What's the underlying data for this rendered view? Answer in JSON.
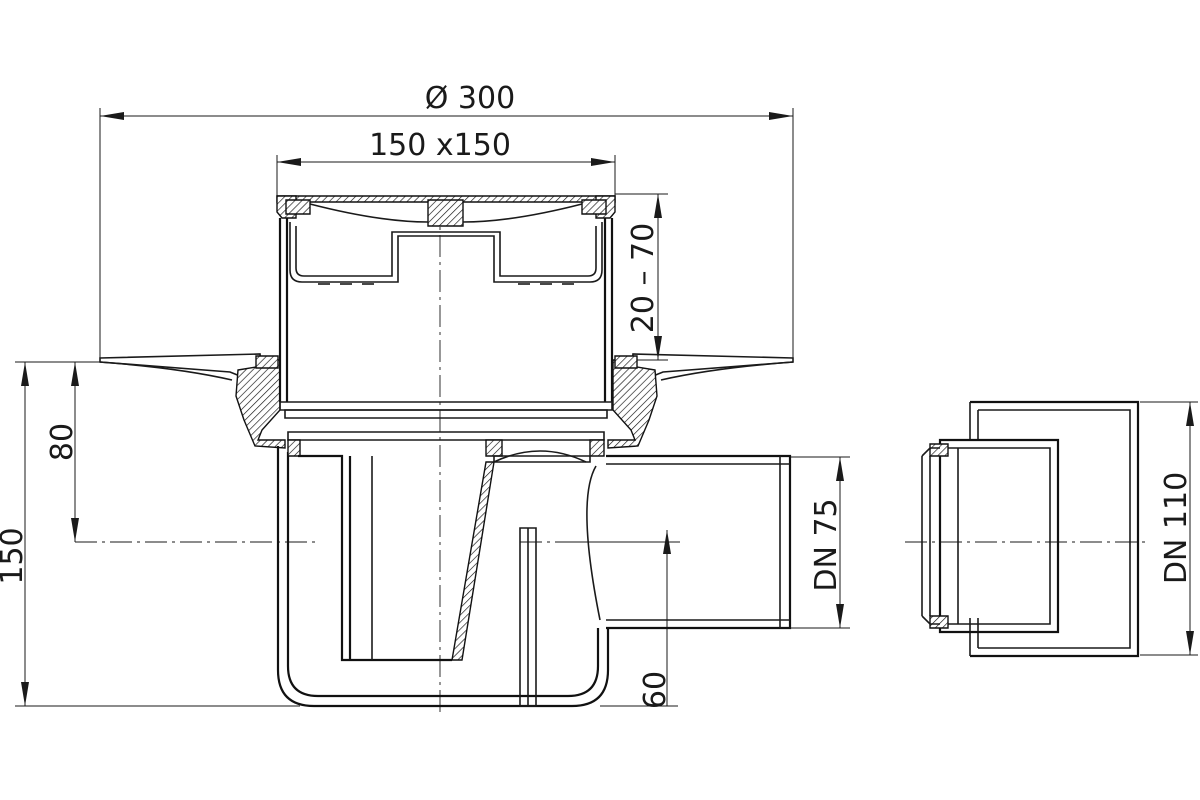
{
  "drawing": {
    "dimensions": {
      "diameter_flange": "Ø 300",
      "grate_size": "150 x150",
      "height_adjust": "20 – 70",
      "flange_to_outlet": "80",
      "overall_height": "150",
      "outlet_dn": "DN 75",
      "outlet_axis_height": "60",
      "adapter_dn": "DN 110"
    },
    "colors": {
      "line": "#1a1a1a",
      "background": "#ffffff"
    }
  }
}
